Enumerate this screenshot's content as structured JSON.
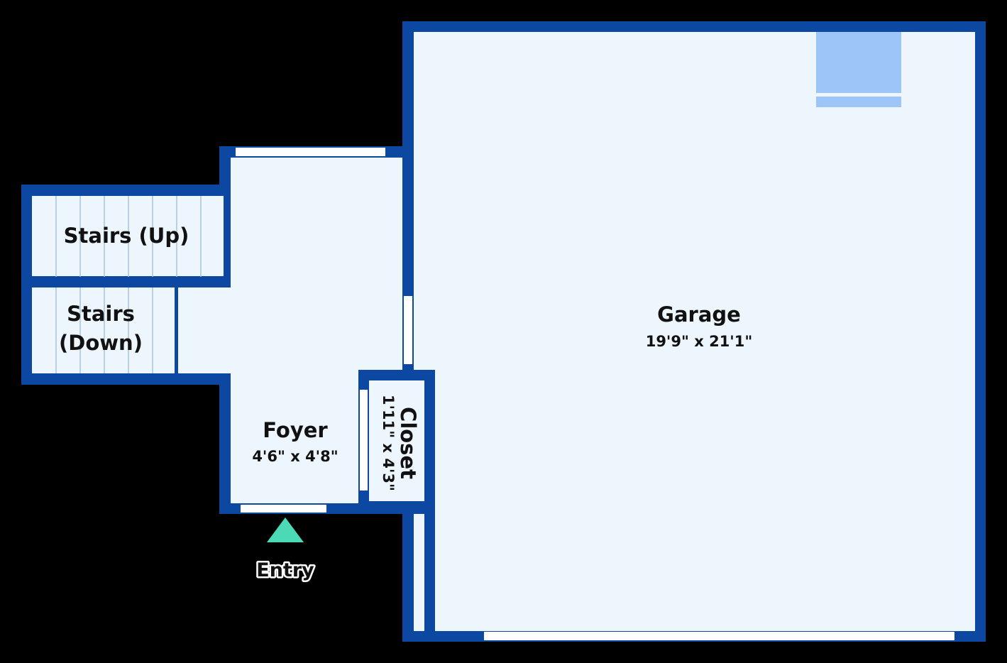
{
  "colors": {
    "background": "#000000",
    "wall": "#0c47a1",
    "floor": "#eef6fd",
    "stair_line": "#a9c3d6",
    "opening": "#ffffff",
    "fixture": "#9ec5f7",
    "entry_marker": "#4cd9b5",
    "text": "#111111"
  },
  "rooms": {
    "garage": {
      "name": "Garage",
      "dimensions": "19'9\" x 21'1\""
    },
    "foyer": {
      "name": "Foyer",
      "dimensions": "4'6\" x 4'8\""
    },
    "closet": {
      "name": "Closet",
      "dimensions": "1'11\" x 4'3\""
    },
    "stairs_up": {
      "name": "Stairs (Up)"
    },
    "stairs_down": {
      "name_line1": "Stairs",
      "name_line2": "(Down)"
    }
  },
  "entry": {
    "label": "Entry",
    "icon": "triangle-up-icon"
  }
}
